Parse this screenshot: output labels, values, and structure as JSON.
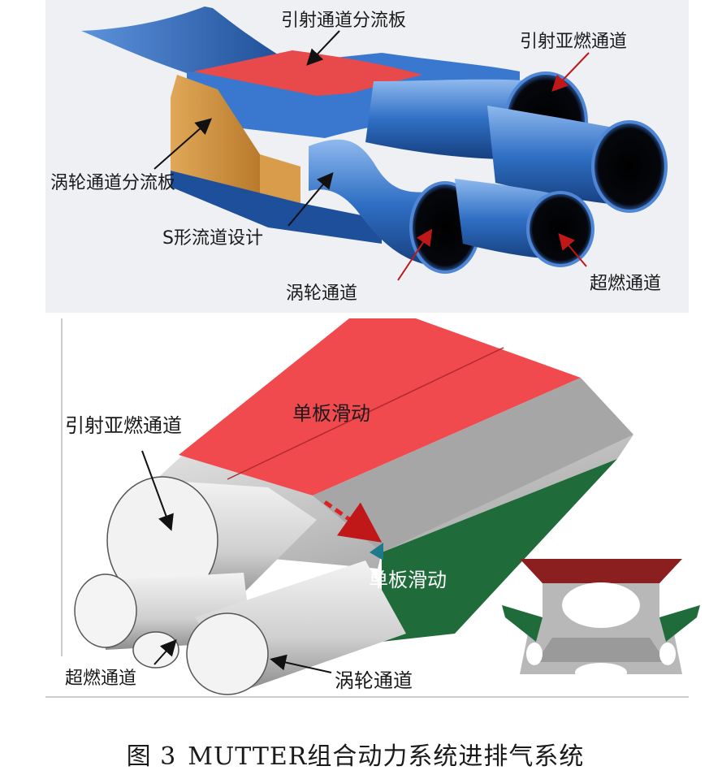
{
  "top_panel": {
    "labels": {
      "ejector_splitter": "引射通道分流板",
      "ejector_subcombustion": "引射亚燃通道",
      "turbine_splitter": "涡轮通道分流板",
      "s_duct": "S形流道设计",
      "turbine_channel": "涡轮通道",
      "scramjet_channel": "超燃通道"
    }
  },
  "bottom_panel": {
    "labels": {
      "ejector_subcombustion": "引射亚燃通道",
      "plate_slide_top": "单板滑动",
      "plate_slide_side": "单板滑动",
      "scramjet_channel": "超燃通道",
      "turbine_channel": "涡轮通道"
    }
  },
  "caption": {
    "figure_number": "图 3",
    "text": "MUTTER组合动力系统进排气系统"
  },
  "colors": {
    "duct_blue": "#2f6fc4",
    "plate_red": "#e8494b",
    "plate_green": "#1f6b3a",
    "gold_wall": "#c98a3a",
    "grey_body": "#9c9c9c",
    "arrow_red": "#e02020"
  }
}
